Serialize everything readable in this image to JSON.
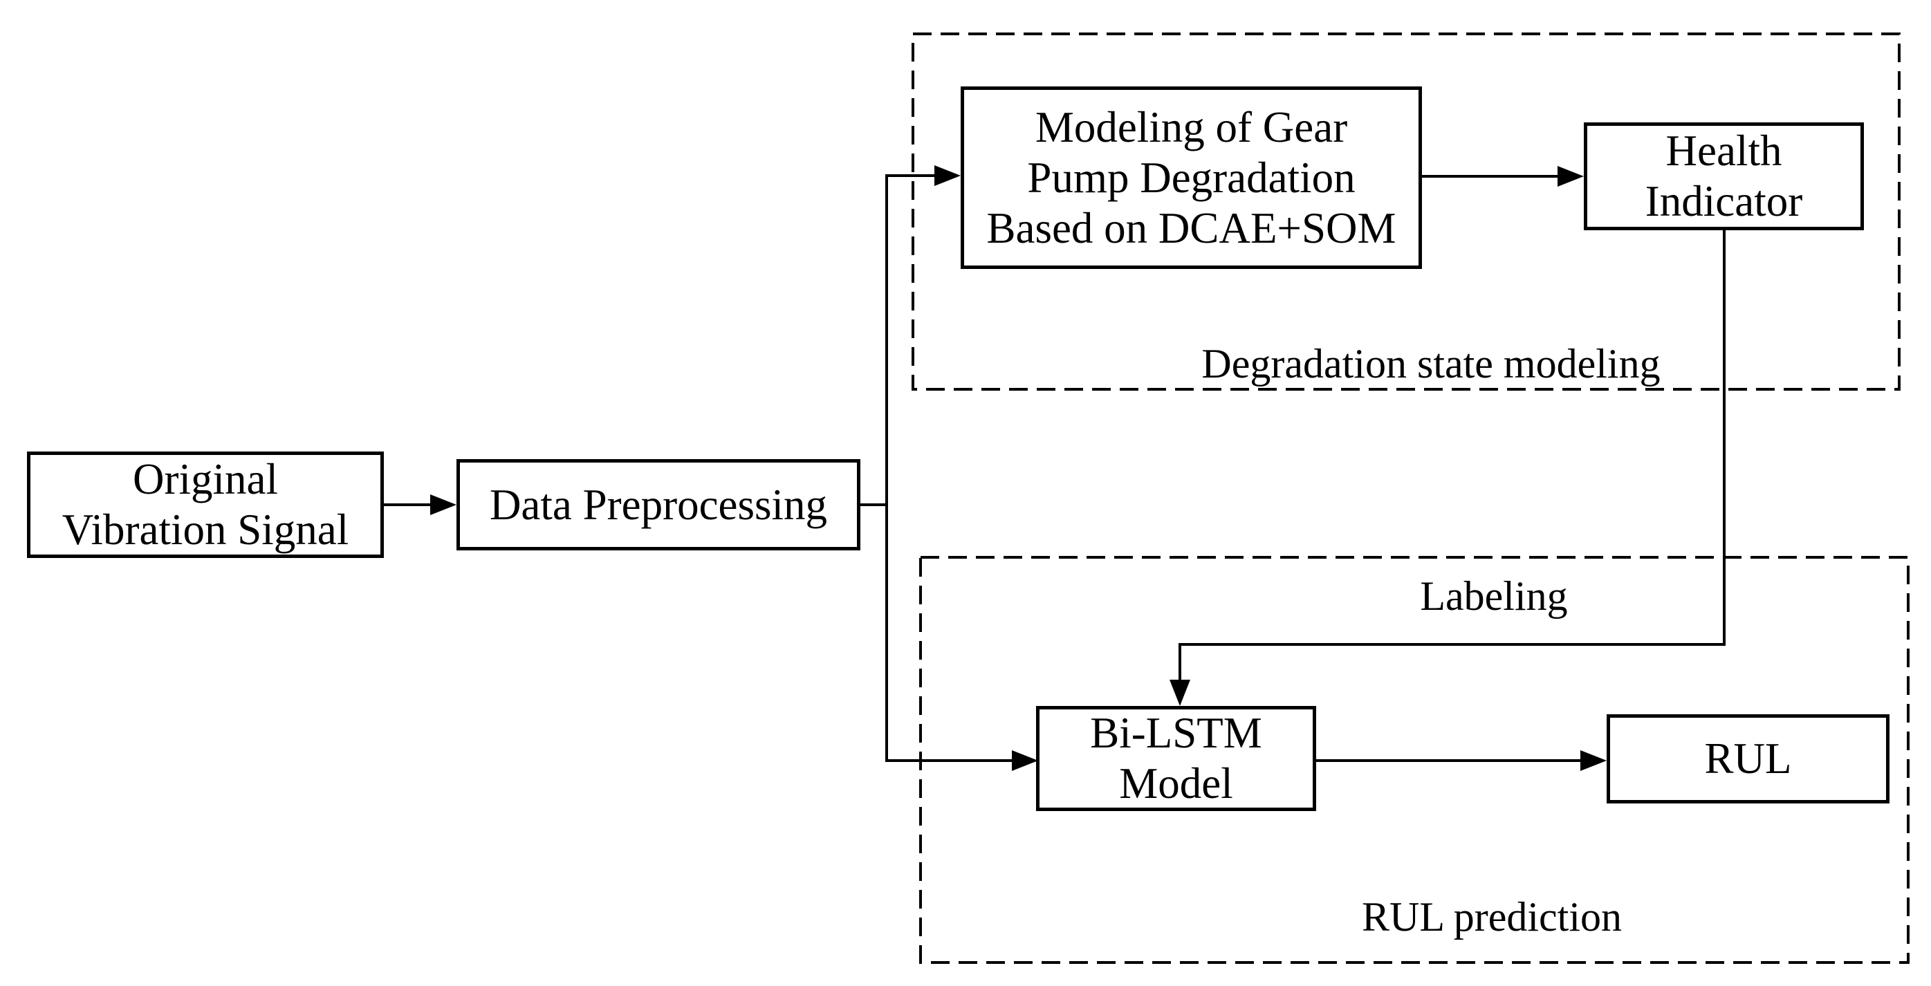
{
  "figure": {
    "type": "flowchart",
    "background_color": "#ffffff",
    "line_color": "#000000",
    "nodes": {
      "original_vibration_signal": {
        "lines": [
          "Original",
          "Vibration Signal"
        ]
      },
      "data_preprocessing": {
        "lines": [
          "Data Preprocessing"
        ]
      },
      "dcae_som_modeling": {
        "lines": [
          "Modeling of Gear",
          "Pump Degradation",
          "Based on DCAE+SOM"
        ]
      },
      "health_indicator": {
        "lines": [
          "Health",
          "Indicator"
        ]
      },
      "bilstm_model": {
        "lines": [
          "Bi-LSTM",
          "Model"
        ]
      },
      "rul": {
        "lines": [
          "RUL"
        ]
      }
    },
    "groups": {
      "degradation_state_modeling": {
        "label": "Degradation state modeling"
      },
      "rul_prediction": {
        "label": "RUL prediction"
      }
    },
    "edge_labels": {
      "labeling": "Labeling"
    }
  }
}
